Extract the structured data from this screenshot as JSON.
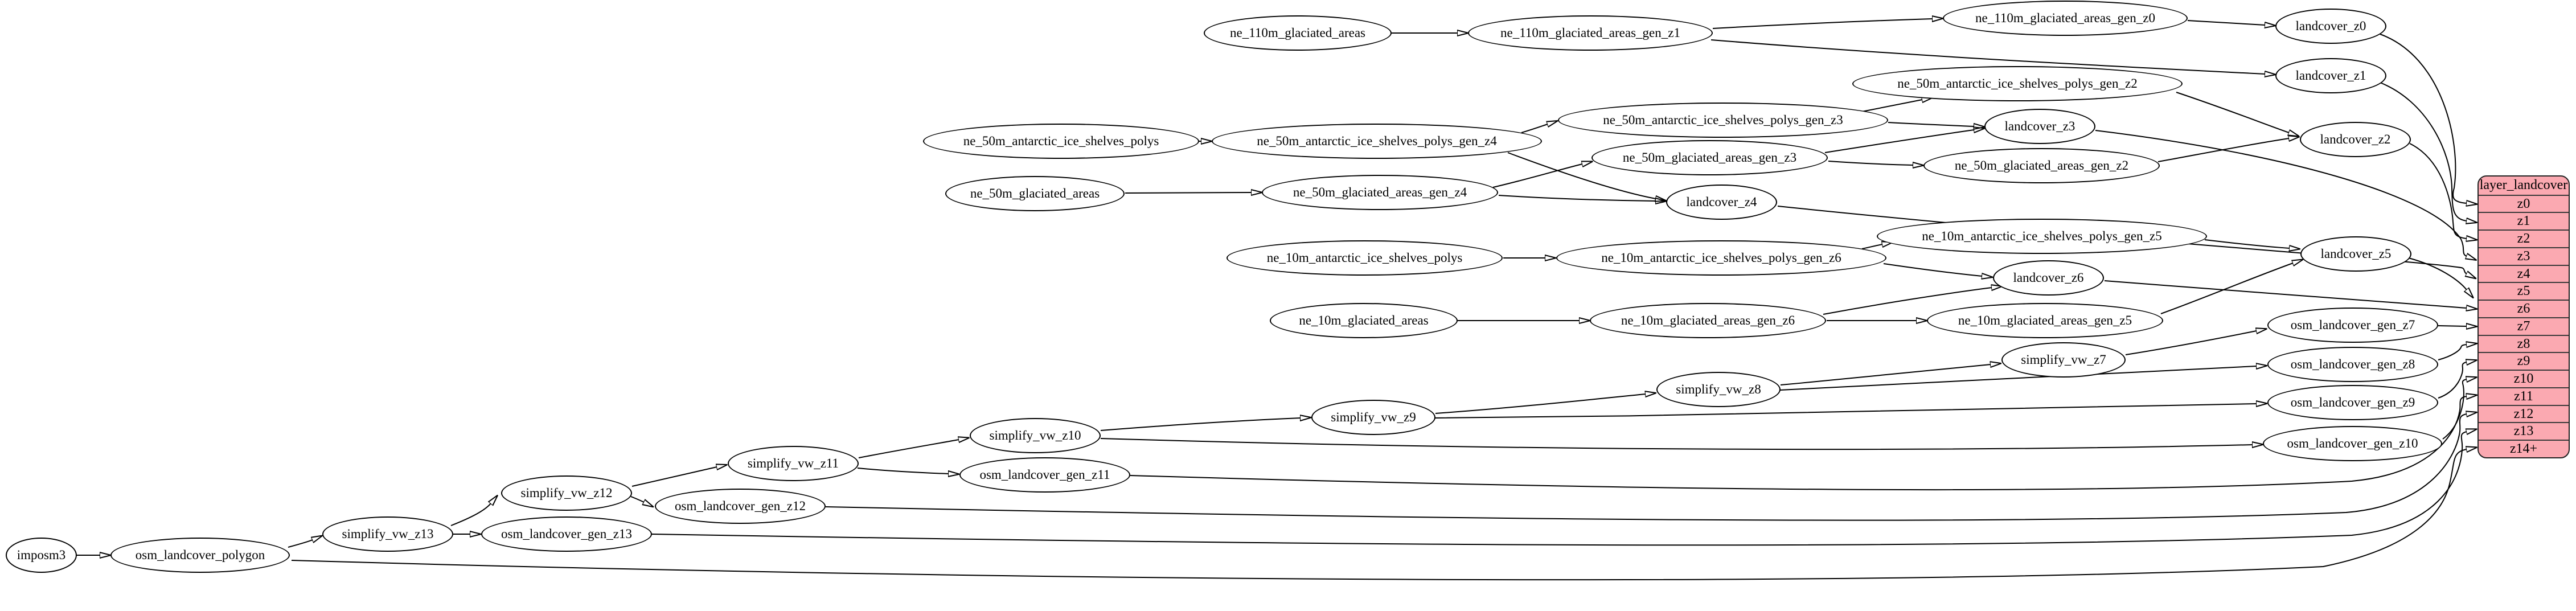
{
  "diagram": {
    "type": "dependency-graph",
    "colors": {
      "background": "#ffffff",
      "node_fill": "#ffffff",
      "node_stroke": "#000000",
      "edge": "#000000",
      "table_fill": "#fba9b1",
      "table_border": "#222222",
      "table_separator": "#3a3a3a"
    },
    "nodes": {
      "imposm3": "imposm3",
      "osm_landcover_polygon": "osm_landcover_polygon",
      "simplify_vw_z13": "simplify_vw_z13",
      "osm_landcover_gen_z13": "osm_landcover_gen_z13",
      "simplify_vw_z12": "simplify_vw_z12",
      "osm_landcover_gen_z12": "osm_landcover_gen_z12",
      "simplify_vw_z11": "simplify_vw_z11",
      "osm_landcover_gen_z11": "osm_landcover_gen_z11",
      "simplify_vw_z10": "simplify_vw_z10",
      "simplify_vw_z9": "simplify_vw_z9",
      "simplify_vw_z8": "simplify_vw_z8",
      "simplify_vw_z7": "simplify_vw_z7",
      "osm_landcover_gen_z7": "osm_landcover_gen_z7",
      "osm_landcover_gen_z8": "osm_landcover_gen_z8",
      "osm_landcover_gen_z9": "osm_landcover_gen_z9",
      "osm_landcover_gen_z10": "osm_landcover_gen_z10",
      "ne_10m_glaciated_areas": "ne_10m_glaciated_areas",
      "ne_10m_glaciated_areas_gen_z6": "ne_10m_glaciated_areas_gen_z6",
      "ne_10m_glaciated_areas_gen_z5": "ne_10m_glaciated_areas_gen_z5",
      "landcover_z6": "landcover_z6",
      "ne_10m_antarctic_ice_shelves_polys": "ne_10m_antarctic_ice_shelves_polys",
      "ne_10m_antarctic_ice_shelves_polys_gen_z6": "ne_10m_antarctic_ice_shelves_polys_gen_z6",
      "ne_10m_antarctic_ice_shelves_polys_gen_z5": "ne_10m_antarctic_ice_shelves_polys_gen_z5",
      "landcover_z5": "landcover_z5",
      "landcover_z4": "landcover_z4",
      "ne_50m_glaciated_areas": "ne_50m_glaciated_areas",
      "ne_50m_glaciated_areas_gen_z4": "ne_50m_glaciated_areas_gen_z4",
      "ne_50m_glaciated_areas_gen_z3": "ne_50m_glaciated_areas_gen_z3",
      "ne_50m_glaciated_areas_gen_z2": "ne_50m_glaciated_areas_gen_z2",
      "ne_50m_antarctic_ice_shelves_polys": "ne_50m_antarctic_ice_shelves_polys",
      "ne_50m_antarctic_ice_shelves_polys_gen_z4": "ne_50m_antarctic_ice_shelves_polys_gen_z4",
      "ne_50m_antarctic_ice_shelves_polys_gen_z3": "ne_50m_antarctic_ice_shelves_polys_gen_z3",
      "ne_50m_antarctic_ice_shelves_polys_gen_z2": "ne_50m_antarctic_ice_shelves_polys_gen_z2",
      "landcover_z3": "landcover_z3",
      "landcover_z2": "landcover_z2",
      "landcover_z1": "landcover_z1",
      "landcover_z0": "landcover_z0",
      "ne_110m_glaciated_areas": "ne_110m_glaciated_areas",
      "ne_110m_glaciated_areas_gen_z1": "ne_110m_glaciated_areas_gen_z1",
      "ne_110m_glaciated_areas_gen_z0": "ne_110m_glaciated_areas_gen_z0"
    },
    "table": {
      "title": "layer_landcover",
      "rows": [
        "z0",
        "z1",
        "z2",
        "z3",
        "z4",
        "z5",
        "z6",
        "z7",
        "z8",
        "z9",
        "z10",
        "z11",
        "z12",
        "z13",
        "z14+"
      ]
    },
    "edges": [
      {
        "from": "ne_110m_glaciated_areas",
        "to": "ne_110m_glaciated_areas_gen_z1"
      },
      {
        "from": "ne_110m_glaciated_areas_gen_z1",
        "to": "ne_110m_glaciated_areas_gen_z0"
      },
      {
        "from": "ne_110m_glaciated_areas_gen_z1",
        "to": "landcover_z1"
      },
      {
        "from": "ne_110m_glaciated_areas_gen_z0",
        "to": "landcover_z0"
      },
      {
        "from": "landcover_z0",
        "to": "layer_landcover.z0"
      },
      {
        "from": "landcover_z1",
        "to": "layer_landcover.z1"
      },
      {
        "from": "landcover_z2",
        "to": "layer_landcover.z2"
      },
      {
        "from": "landcover_z3",
        "to": "layer_landcover.z3"
      },
      {
        "from": "landcover_z4",
        "to": "layer_landcover.z4"
      },
      {
        "from": "landcover_z5",
        "to": "layer_landcover.z5"
      },
      {
        "from": "landcover_z6",
        "to": "layer_landcover.z6"
      },
      {
        "from": "ne_50m_antarctic_ice_shelves_polys",
        "to": "ne_50m_antarctic_ice_shelves_polys_gen_z4"
      },
      {
        "from": "ne_50m_antarctic_ice_shelves_polys_gen_z4",
        "to": "ne_50m_antarctic_ice_shelves_polys_gen_z3"
      },
      {
        "from": "ne_50m_antarctic_ice_shelves_polys_gen_z4",
        "to": "landcover_z4"
      },
      {
        "from": "ne_50m_antarctic_ice_shelves_polys_gen_z3",
        "to": "ne_50m_antarctic_ice_shelves_polys_gen_z2"
      },
      {
        "from": "ne_50m_antarctic_ice_shelves_polys_gen_z3",
        "to": "landcover_z3"
      },
      {
        "from": "ne_50m_antarctic_ice_shelves_polys_gen_z2",
        "to": "landcover_z2"
      },
      {
        "from": "ne_50m_glaciated_areas",
        "to": "ne_50m_glaciated_areas_gen_z4"
      },
      {
        "from": "ne_50m_glaciated_areas_gen_z4",
        "to": "ne_50m_glaciated_areas_gen_z3"
      },
      {
        "from": "ne_50m_glaciated_areas_gen_z4",
        "to": "landcover_z4"
      },
      {
        "from": "ne_50m_glaciated_areas_gen_z3",
        "to": "landcover_z3"
      },
      {
        "from": "ne_50m_glaciated_areas_gen_z3",
        "to": "ne_50m_glaciated_areas_gen_z2"
      },
      {
        "from": "ne_50m_glaciated_areas_gen_z2",
        "to": "landcover_z2"
      },
      {
        "from": "ne_10m_antarctic_ice_shelves_polys",
        "to": "ne_10m_antarctic_ice_shelves_polys_gen_z6"
      },
      {
        "from": "ne_10m_antarctic_ice_shelves_polys_gen_z6",
        "to": "ne_10m_antarctic_ice_shelves_polys_gen_z5"
      },
      {
        "from": "ne_10m_antarctic_ice_shelves_polys_gen_z6",
        "to": "landcover_z6"
      },
      {
        "from": "ne_10m_antarctic_ice_shelves_polys_gen_z5",
        "to": "landcover_z5"
      },
      {
        "from": "ne_10m_glaciated_areas",
        "to": "ne_10m_glaciated_areas_gen_z6"
      },
      {
        "from": "ne_10m_glaciated_areas_gen_z6",
        "to": "landcover_z6"
      },
      {
        "from": "ne_10m_glaciated_areas_gen_z6",
        "to": "ne_10m_glaciated_areas_gen_z5"
      },
      {
        "from": "ne_10m_glaciated_areas_gen_z5",
        "to": "landcover_z5"
      },
      {
        "from": "imposm3",
        "to": "osm_landcover_polygon"
      },
      {
        "from": "osm_landcover_polygon",
        "to": "simplify_vw_z13"
      },
      {
        "from": "osm_landcover_polygon",
        "to": "layer_landcover.z14+"
      },
      {
        "from": "simplify_vw_z13",
        "to": "simplify_vw_z12"
      },
      {
        "from": "simplify_vw_z13",
        "to": "osm_landcover_gen_z13"
      },
      {
        "from": "osm_landcover_gen_z13",
        "to": "layer_landcover.z13"
      },
      {
        "from": "simplify_vw_z12",
        "to": "simplify_vw_z11"
      },
      {
        "from": "simplify_vw_z12",
        "to": "osm_landcover_gen_z12"
      },
      {
        "from": "osm_landcover_gen_z12",
        "to": "layer_landcover.z12"
      },
      {
        "from": "simplify_vw_z11",
        "to": "simplify_vw_z10"
      },
      {
        "from": "simplify_vw_z11",
        "to": "osm_landcover_gen_z11"
      },
      {
        "from": "osm_landcover_gen_z11",
        "to": "layer_landcover.z11"
      },
      {
        "from": "simplify_vw_z10",
        "to": "simplify_vw_z9"
      },
      {
        "from": "simplify_vw_z10",
        "to": "osm_landcover_gen_z10"
      },
      {
        "from": "osm_landcover_gen_z10",
        "to": "layer_landcover.z10"
      },
      {
        "from": "simplify_vw_z9",
        "to": "simplify_vw_z8"
      },
      {
        "from": "simplify_vw_z9",
        "to": "osm_landcover_gen_z9"
      },
      {
        "from": "osm_landcover_gen_z9",
        "to": "layer_landcover.z9"
      },
      {
        "from": "simplify_vw_z8",
        "to": "simplify_vw_z7"
      },
      {
        "from": "simplify_vw_z8",
        "to": "osm_landcover_gen_z8"
      },
      {
        "from": "osm_landcover_gen_z8",
        "to": "layer_landcover.z8"
      },
      {
        "from": "simplify_vw_z7",
        "to": "osm_landcover_gen_z7"
      },
      {
        "from": "osm_landcover_gen_z7",
        "to": "layer_landcover.z7"
      }
    ]
  }
}
